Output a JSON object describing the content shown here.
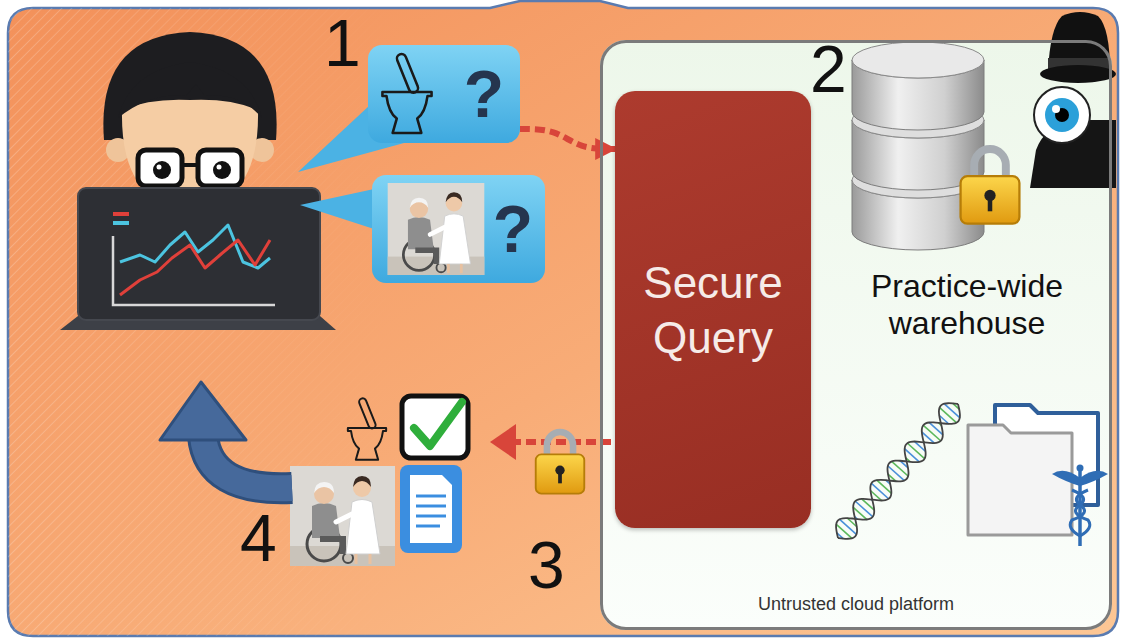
{
  "diagram": {
    "nodes": [
      {
        "text": [
          "?"
        ]
      },
      {
        "text": [
          "?"
        ]
      },
      {
        "text": [
          "Untrusted cloud platform"
        ]
      },
      {
        "text": [
          "Secure Query"
        ],
        "in": 2
      }
    ],
    "edges": [
      {
        "from": 0,
        "to": 3,
        "arrow": "to"
      }
    ],
    "labels": [
      "1",
      "2",
      "Practice-wide warehouse",
      "3",
      "4"
    ]
  }
}
